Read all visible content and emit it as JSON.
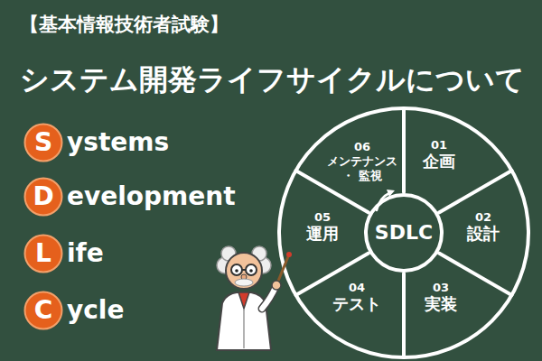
{
  "diagram": {
    "title": "システム開発ライフサイクルについて",
    "nodes": [
      {
        "text": [
          "S"
        ]
      },
      {
        "text": [
          "D"
        ]
      },
      {
        "text": [
          "L"
        ]
      },
      {
        "text": [
          "C"
        ]
      },
      {
        "text": [
          "01",
          "企画"
        ]
      },
      {
        "text": [
          "02",
          "設計"
        ]
      },
      {
        "text": [
          "03",
          "実装"
        ]
      },
      {
        "text": [
          "04",
          "テスト"
        ]
      },
      {
        "text": [
          "05",
          "運用"
        ]
      },
      {
        "text": [
          "06",
          "メンテナンス ・ 監視"
        ]
      },
      {
        "text": [
          "SDLC"
        ]
      }
    ],
    "labels": [
      "【基本情報技術者試験】",
      "ystems",
      "evelopment",
      "ife",
      "ycle"
    ]
  }
}
